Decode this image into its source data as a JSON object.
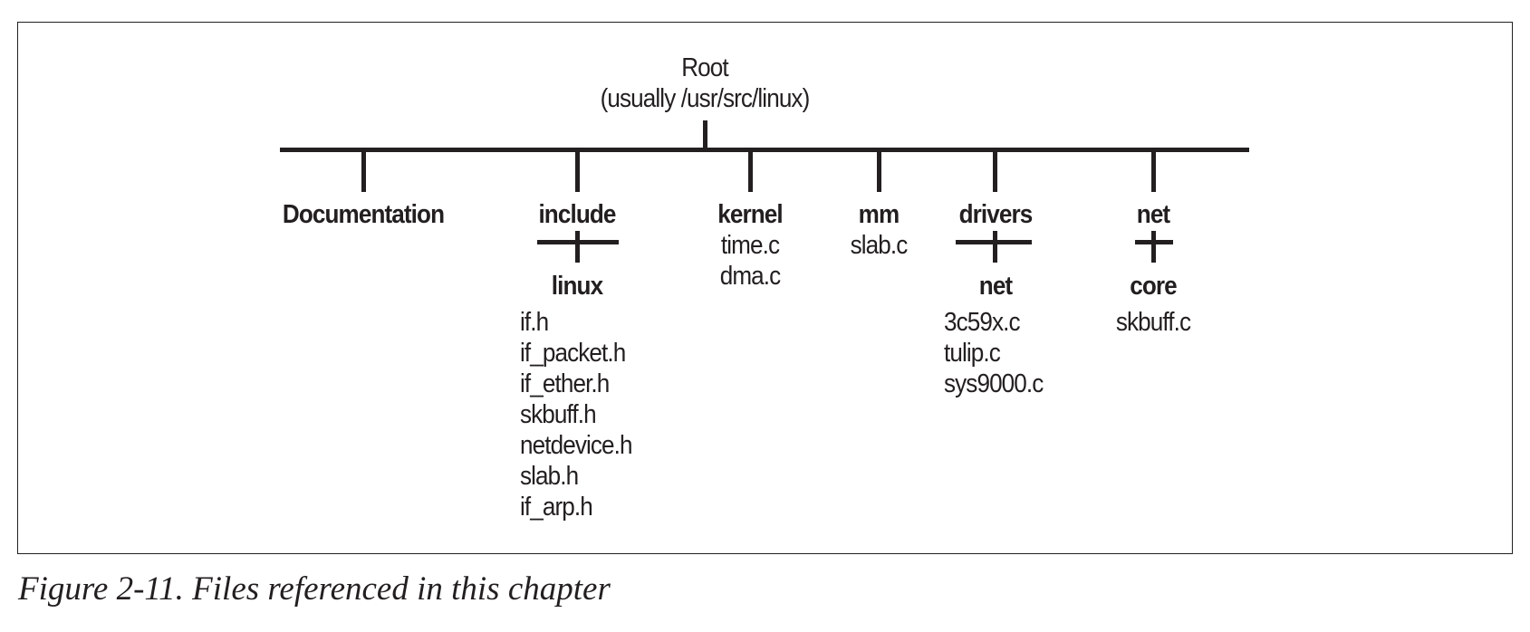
{
  "root": {
    "name": "Root",
    "path": "(usually /usr/src/linux)"
  },
  "dirs": {
    "documentation": {
      "name": "Documentation"
    },
    "include": {
      "name": "include",
      "sub": {
        "name": "linux",
        "files": [
          "if.h",
          "if_packet.h",
          "if_ether.h",
          "skbuff.h",
          "netdevice.h",
          "slab.h",
          "if_arp.h"
        ]
      }
    },
    "kernel": {
      "name": "kernel",
      "files": [
        "time.c",
        "dma.c"
      ]
    },
    "mm": {
      "name": "mm",
      "files": [
        "slab.c"
      ]
    },
    "drivers": {
      "name": "drivers",
      "sub": {
        "name": "net",
        "files": [
          "3c59x.c",
          "tulip.c",
          "sys9000.c"
        ]
      }
    },
    "net": {
      "name": "net",
      "sub": {
        "name": "core",
        "files": [
          "skbuff.c"
        ]
      }
    }
  },
  "caption": "Figure 2-11. Files referenced in this chapter",
  "colors": {
    "ink": "#231f20",
    "background": "#ffffff"
  }
}
